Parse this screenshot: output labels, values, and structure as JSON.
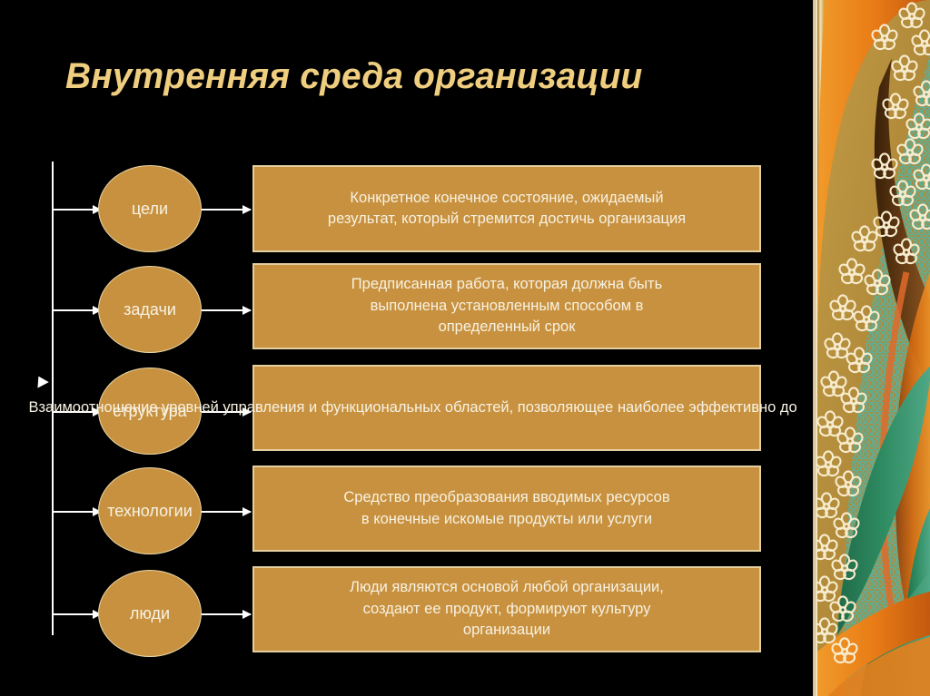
{
  "slide": {
    "title": "Внутренняя среда организации",
    "background_color": "#000000",
    "accent_color": "#C8913F",
    "title_color": "#EFCE80",
    "text_color": "#F7F2E2",
    "line_color": "#FFFFFF"
  },
  "diagram": {
    "type": "labeled-branch-list",
    "rows": [
      {
        "node": "цели",
        "description": "Конкретное конечное состояние, ожидаемый\nрезультат, который стремится достичь организация"
      },
      {
        "node": "задачи",
        "description": "Предписанная работа, которая должна быть\nвыполнена установленным способом в\nопределенный срок"
      },
      {
        "node": "структура",
        "description": "Взаимоотношение уровней управления и\nфункциональных областей, позволяющее наиболее\nэффективно достигать целей организации"
      },
      {
        "node": "технологии",
        "description": "Средство преобразования вводимых ресурсов\nв конечные искомые продукты или услуги"
      },
      {
        "node": "люди",
        "description": "Люди являются основой любой организации,\nсоздают ее продукт, формируют культуру\nорганизации"
      }
    ]
  },
  "decoration": {
    "name": "floral-ribbon-border",
    "colors": {
      "gold_light": "#F3E2BE",
      "gold": "#CC9A3E",
      "olive_gold": "#B8923F",
      "orange": "#E8801C",
      "orange_deep": "#C75A12",
      "teal": "#57A98E",
      "green": "#2F8C62",
      "brown": "#5A3418",
      "cream": "#F6EBD2"
    }
  }
}
